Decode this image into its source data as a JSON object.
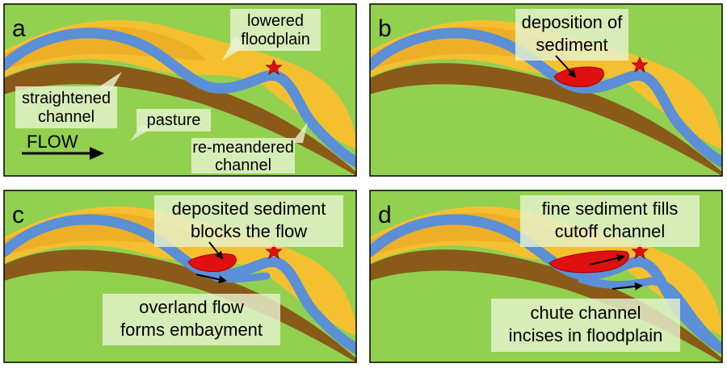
{
  "panels": {
    "a": {
      "letter": "a",
      "labels": {
        "lowered_floodplain": [
          "lowered",
          "floodplain"
        ],
        "straightened_channel": [
          "straightened",
          "channel"
        ],
        "pasture": "pasture",
        "flow": "FLOW",
        "re_meandered_channel": [
          "re-meandered",
          "channel"
        ]
      }
    },
    "b": {
      "letter": "b",
      "labels": {
        "deposition_of_sediment": [
          "deposition of",
          "sediment"
        ]
      }
    },
    "c": {
      "letter": "c",
      "labels": {
        "deposited_sediment": [
          "deposited sediment",
          "blocks the flow"
        ],
        "overland_flow": [
          "overland flow",
          "forms embayment"
        ]
      }
    },
    "d": {
      "letter": "d",
      "labels": {
        "fine_sediment": [
          "fine sediment fills",
          "cutoff channel"
        ],
        "chute_channel": [
          "chute channel",
          "incises in floodplain"
        ]
      }
    }
  },
  "colors": {
    "grass": "#92d050",
    "floodplain": "#f5c030",
    "floodplain_dark": "#e4a020",
    "bank": "#8a5a18",
    "river": "#5b8fd6",
    "sediment": "#e01010",
    "star": "#e01010",
    "label_box": "#e6f3cf"
  },
  "icons": {
    "marker": "star-icon",
    "flow": "arrow-right-icon"
  }
}
